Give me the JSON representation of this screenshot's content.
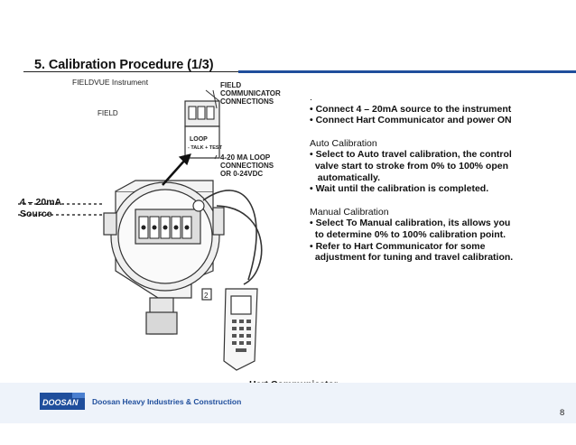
{
  "slide": {
    "title": "5. Calibration Procedure (1/3)",
    "page_number": "8"
  },
  "diagram": {
    "instrument_label": "FIELDVUE Instrument",
    "field_label": "FIELD",
    "connections_label": [
      "FIELD",
      "COMMUNICATOR",
      "CONNECTIONS"
    ],
    "loop_label": "LOOP",
    "loop_polarity": "- TALK + TEST",
    "loop_conn_label": [
      "4-20 MA LOOP",
      "CONNECTIONS",
      "OR 0-24VDC"
    ],
    "source_label": [
      "4 – 20mA",
      "Source"
    ],
    "hart_label": "Hart Communicator"
  },
  "instructions": {
    "lines": [
      {
        "text": ".",
        "bold": false
      },
      {
        "text": "• Connect 4 – 20mA source to the instrument",
        "bold": true
      },
      {
        "text": "• Connect Hart Communicator and power ON",
        "bold": true
      },
      {
        "text": "",
        "bold": false
      },
      {
        "text": "Auto Calibration",
        "bold": false
      },
      {
        "text": "• Select to Auto travel calibration, the control",
        "bold": true
      },
      {
        "text": "  valve start to stroke from 0% to 100% open",
        "bold": true
      },
      {
        "text": "   automatically.",
        "bold": true
      },
      {
        "text": "• Wait until the calibration is completed.",
        "bold": true
      },
      {
        "text": "",
        "bold": false
      },
      {
        "text": "Manual Calibration",
        "bold": false
      },
      {
        "text": "• Select To Manual calibration, its allows you",
        "bold": true
      },
      {
        "text": "  to determine 0% to 100% calibration point.",
        "bold": true
      },
      {
        "text": "• Refer to Hart Communicator for some",
        "bold": true
      },
      {
        "text": "  adjustment for tuning and travel calibration.",
        "bold": true
      }
    ]
  },
  "footer": {
    "logo_text": "DOOSAN",
    "company": "Doosan Heavy Industries & Construction",
    "brand_color": "#1f4e9c"
  }
}
